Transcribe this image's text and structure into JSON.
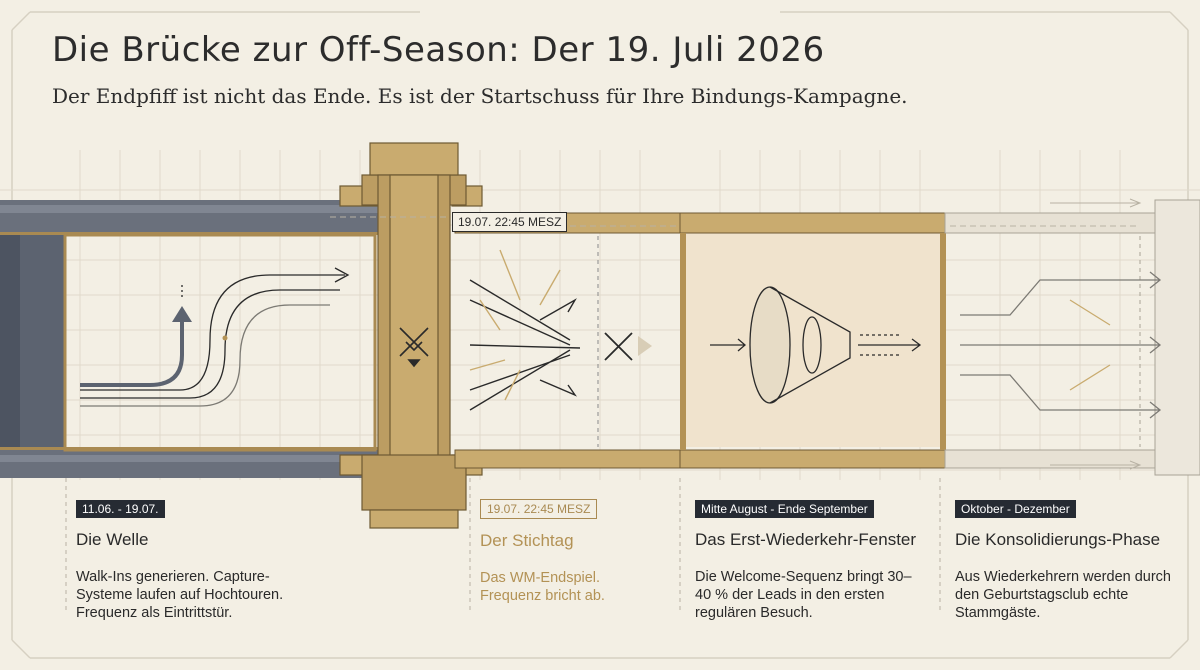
{
  "header": {
    "title": "Die Brücke zur Off-Season: Der 19. Juli 2026",
    "subtitle": "Der Endpfiff ist nicht das Ende. Es ist der Startschuss für Ihre Bindungs-Kampagne."
  },
  "timestamp_label": "19.07. 22:45 MESZ",
  "phases": [
    {
      "date": "11.06. - 19.07.",
      "name": "Die Welle",
      "desc": "Walk-Ins generieren. Capture-Systeme laufen auf Hochtouren. Frequenz als Eintrittstür."
    },
    {
      "date": "19.07. 22:45 MESZ",
      "name": "Der Stichtag",
      "desc": "Das WM-Endspiel. Frequenz bricht ab."
    },
    {
      "date": "Mitte August - Ende September",
      "name": "Das Erst-Wiederkehr-Fenster",
      "desc": "Die Welcome-Sequenz bringt 30–40 % der Leads in den ersten regulären Besuch."
    },
    {
      "date": "Oktober - Dezember",
      "name": "Die Konsolidierungs-Phase",
      "desc": "Aus Wiederkehrern werden durch den Geburtstagsclub echte Stammgäste."
    }
  ],
  "colors": {
    "background": "#f3efe4",
    "slate": "#5c6370",
    "gold": "#a98a52",
    "dark": "#262b33",
    "ink": "#2a2a2a"
  },
  "icons": [
    "walk-in-arrows-icon",
    "crossed-swords-icon",
    "scatter-arrows-icon",
    "funnel-icon",
    "branching-arrows-icon"
  ]
}
